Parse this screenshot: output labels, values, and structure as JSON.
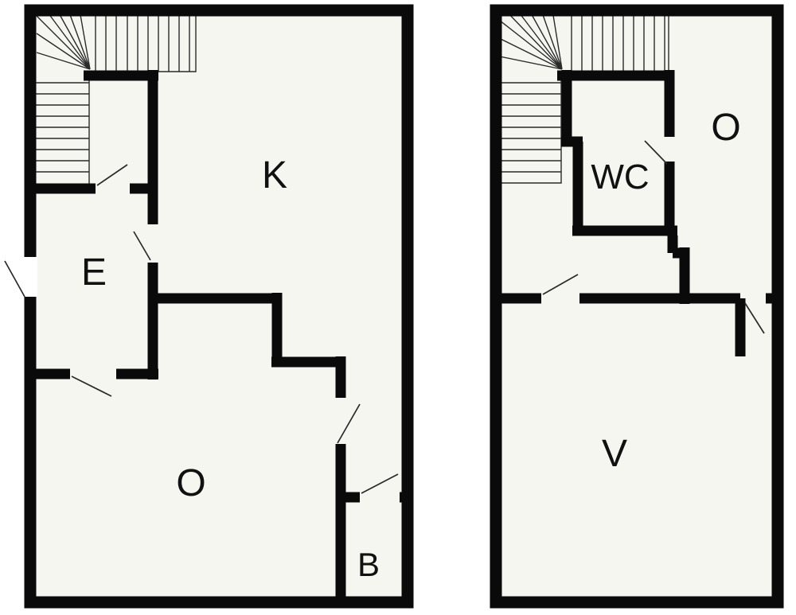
{
  "plans": [
    {
      "id": "ground-floor-plan",
      "rooms": [
        {
          "id": "kitchen",
          "label": "K"
        },
        {
          "id": "entry",
          "label": "E"
        },
        {
          "id": "living-room",
          "label": "O"
        },
        {
          "id": "bathroom",
          "label": "B"
        }
      ]
    },
    {
      "id": "upper-floor-plan",
      "rooms": [
        {
          "id": "wc",
          "label": "WC"
        },
        {
          "id": "landing-room",
          "label": "O"
        },
        {
          "id": "bedroom",
          "label": "V"
        }
      ]
    }
  ],
  "colors": {
    "wall": "#0a0a0a",
    "floor": "#f6f6f1",
    "page": "#ffffff",
    "label": "#111111",
    "stair_line": "#2a2a2a"
  }
}
